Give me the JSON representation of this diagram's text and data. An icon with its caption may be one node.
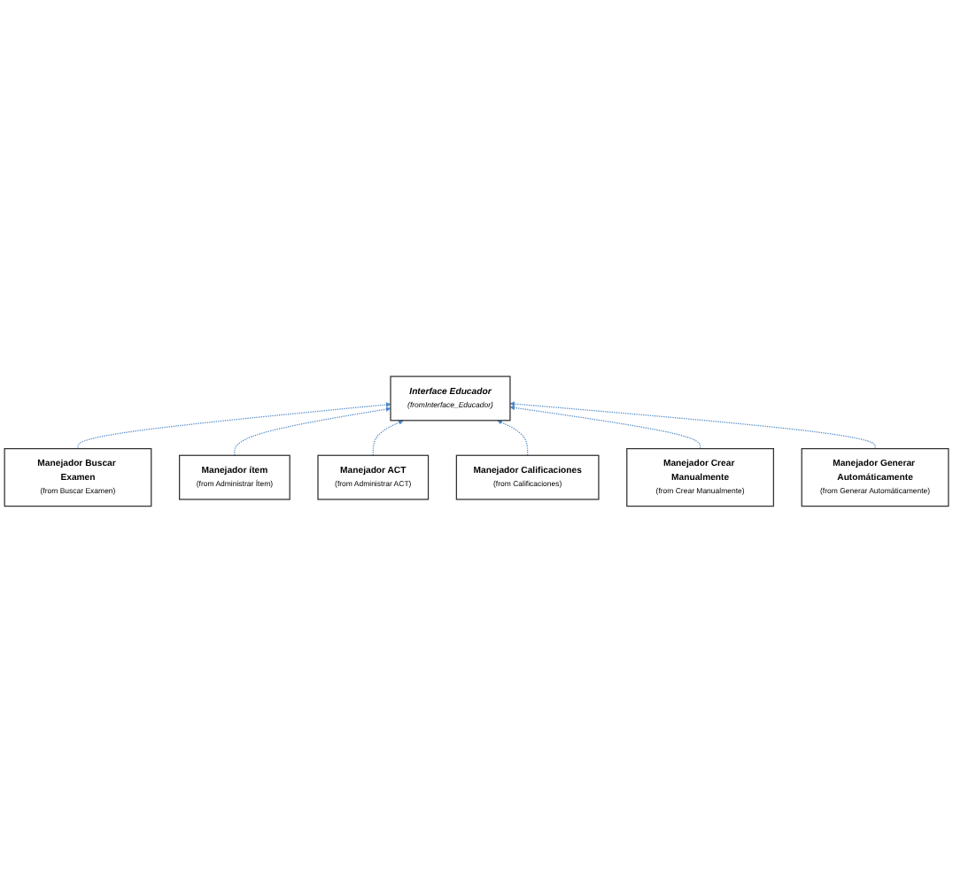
{
  "diagram": {
    "nodes": [
      {
        "text": [
          "Interface Educador",
          "(fromInterface_Educador)"
        ]
      },
      {
        "text": [
          "Manejador Generar Automáticamente",
          "(from Generar Automáticamente)"
        ]
      },
      {
        "text": [
          "Manejador Crear Manualmente",
          "(from Crear Manualmente)"
        ]
      },
      {
        "text": [
          "Manejador Calificaciones",
          "(from Calificaciones)"
        ]
      },
      {
        "text": [
          "Manejador ACT",
          "(from Administrar ACT)"
        ]
      },
      {
        "text": [
          "Manejador ítem",
          "(from Administrar Ítem)"
        ]
      },
      {
        "text": [
          "Manejador Buscar Examen",
          "(from Buscar Examen)"
        ]
      }
    ],
    "edges": [
      {
        "from": 6,
        "to": 0,
        "arrow": "to",
        "style": "dashed"
      },
      {
        "from": 5,
        "to": 0,
        "arrow": "to",
        "style": "dashed"
      },
      {
        "from": 4,
        "to": 0,
        "arrow": "to",
        "style": "dashed"
      },
      {
        "from": 3,
        "to": 0,
        "arrow": "to",
        "style": "dashed"
      },
      {
        "from": 2,
        "to": 0,
        "arrow": "to",
        "style": "dashed"
      },
      {
        "from": 1,
        "to": 0,
        "arrow": "to",
        "style": "dashed"
      }
    ]
  }
}
